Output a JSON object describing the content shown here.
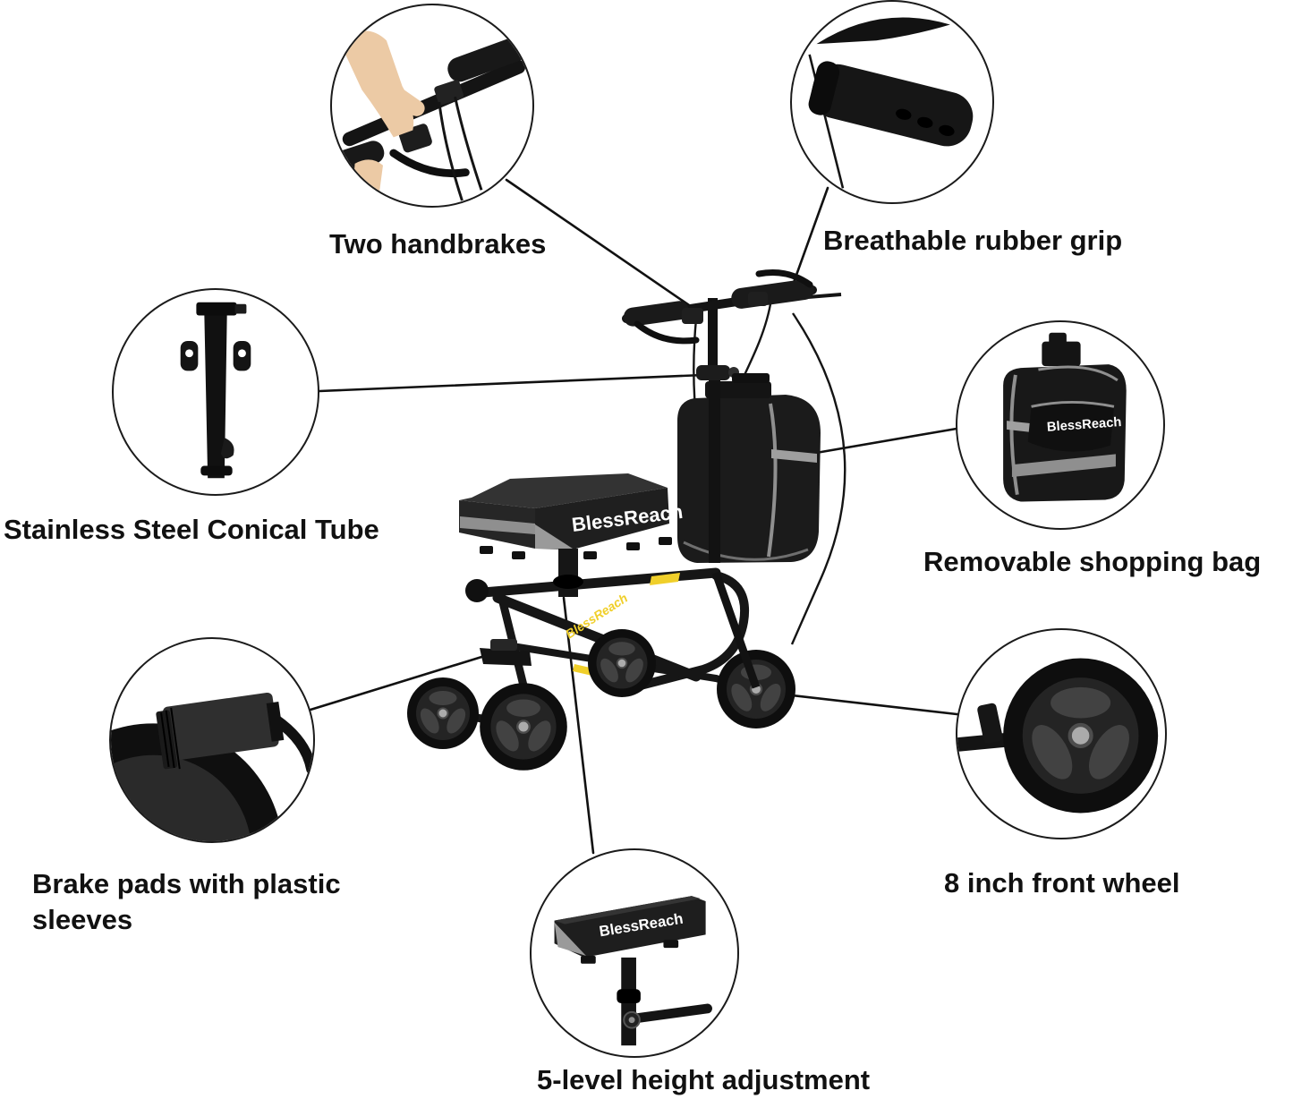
{
  "brand": {
    "name": "BlessReach"
  },
  "callouts": {
    "handbrakes": {
      "label": "Two handbrakes"
    },
    "rubber_grip": {
      "label": "Breathable rubber grip"
    },
    "conical_tube": {
      "label": "Stainless Steel Conical Tube"
    },
    "shopping_bag": {
      "label": "Removable shopping bag"
    },
    "brake_pads": {
      "label": "Brake pads with plastic sleeves"
    },
    "front_wheel": {
      "label": "8 inch front wheel"
    },
    "height_adjustment": {
      "label": "5-level height adjustment"
    }
  },
  "colors": {
    "background": "#ffffff",
    "leader_line": "#111111",
    "label_text": "#111111",
    "product_black": "#1a1a1a",
    "reflective_grey": "#8f8f8f",
    "brand_yellow": "#f0cf2a",
    "hand_skin": "#eccaa5"
  }
}
